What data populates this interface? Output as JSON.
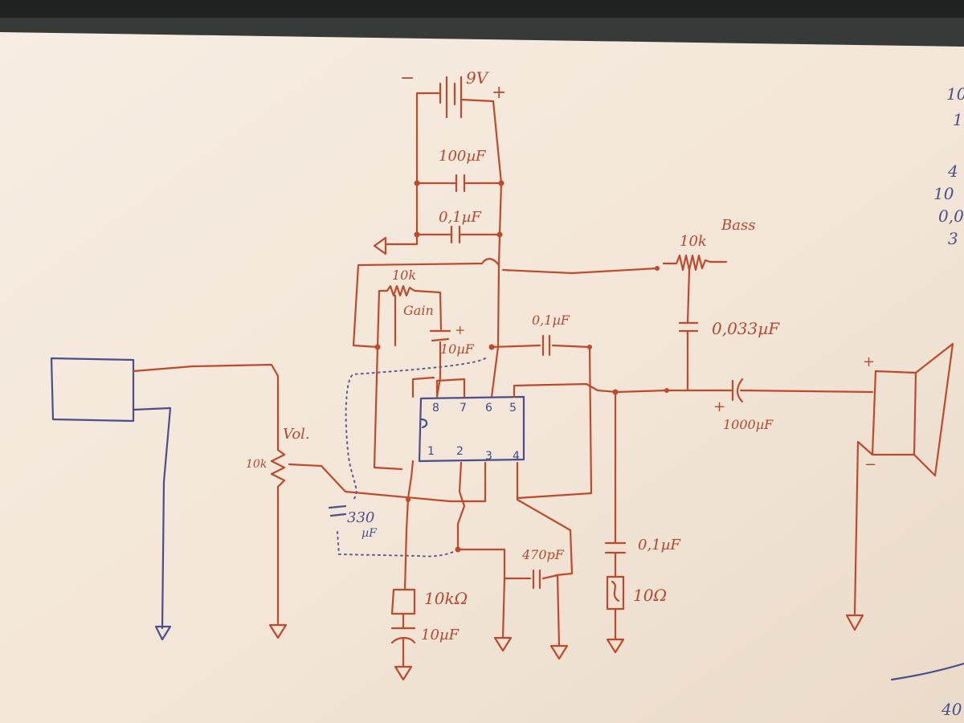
{
  "battery": {
    "voltage": "9V",
    "plus": "+",
    "minus": "−"
  },
  "supply_caps": {
    "c1": "100µF",
    "c2": "0,1µF"
  },
  "gain": {
    "resistor": "10k",
    "label": "Gain",
    "cap": "10µF",
    "cap_plus": "+"
  },
  "bass": {
    "label": "Bass",
    "resistor": "10k",
    "cap": "0,033µF"
  },
  "volume": {
    "label": "Vol.",
    "pot": "10k"
  },
  "cap_pin7": {
    "value": "0,1µF"
  },
  "cap_input": {
    "value": "330µF",
    "display_digits": "330",
    "display_unit": "µF"
  },
  "output_cap": {
    "value": "1000µF",
    "plus": "+"
  },
  "cap_470": {
    "value": "470pF"
  },
  "zobel": {
    "cap": "0,1µF",
    "resistor": "10Ω"
  },
  "pin1_network": {
    "resistor": "10kΩ",
    "cap": "10µF"
  },
  "ic_pins": {
    "p8": "8",
    "p7": "7",
    "p6": "6",
    "p5": "5",
    "p1": "1",
    "p2": "2",
    "p3": "3",
    "p4": "4"
  },
  "speaker": {
    "plus": "+",
    "minus": "−"
  },
  "right_margin_fragments": [
    "10",
    "1",
    "4",
    "10",
    "0,0",
    "3"
  ],
  "corner_fragment": "40",
  "colors": {
    "paper": "#f4e9dc",
    "ink_red": "#bf4a2b",
    "ink_blue": "#4a4f8c",
    "backdrop": "#3a3f3c"
  }
}
